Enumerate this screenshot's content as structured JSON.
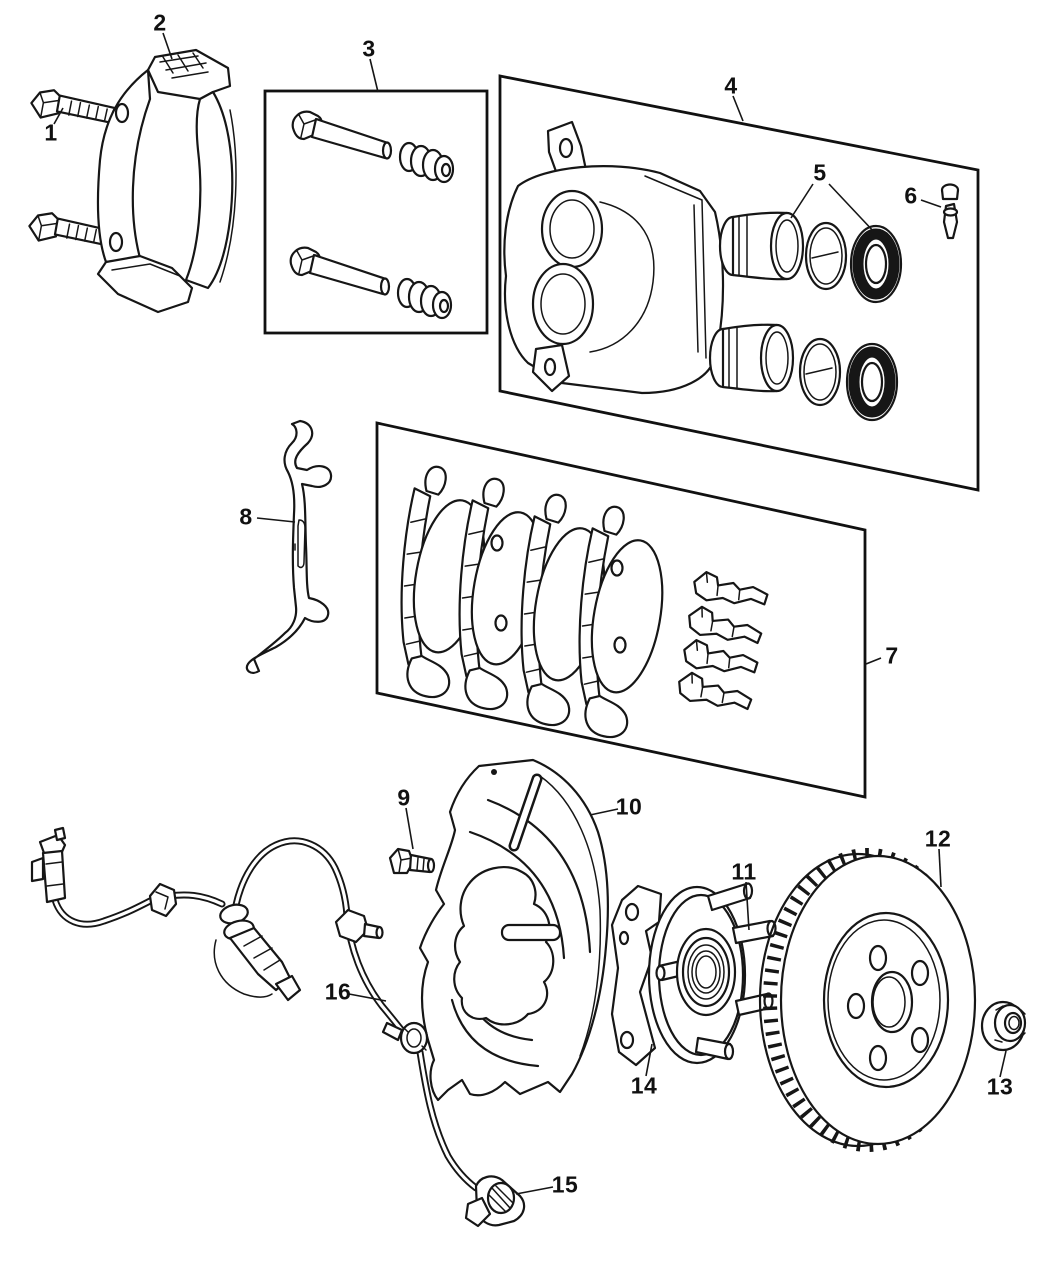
{
  "diagram": {
    "background_color": "#ffffff",
    "line_color": "#161616",
    "callouts": [
      {
        "number": "1"
      },
      {
        "number": "2"
      },
      {
        "number": "3"
      },
      {
        "number": "4"
      },
      {
        "number": "5"
      },
      {
        "number": "6"
      },
      {
        "number": "7"
      },
      {
        "number": "8"
      },
      {
        "number": "9"
      },
      {
        "number": "10"
      },
      {
        "number": "11"
      },
      {
        "number": "12"
      },
      {
        "number": "13"
      },
      {
        "number": "14"
      },
      {
        "number": "15"
      },
      {
        "number": "16"
      }
    ]
  }
}
